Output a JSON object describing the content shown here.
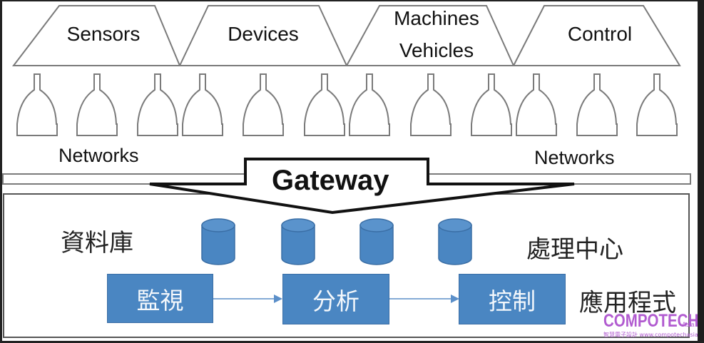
{
  "diagram": {
    "title": "IoT Architecture with Gateway",
    "categories": [
      {
        "label": "Sensors"
      },
      {
        "label": "Devices"
      },
      {
        "label": "Machines Vehicles",
        "lines": [
          "Machines",
          "Vehicles"
        ]
      },
      {
        "label": "Control"
      }
    ],
    "endpoints_per_category": 3,
    "networks_label_left": "Networks",
    "networks_label_right": "Networks",
    "gateway_label": "Gateway",
    "processing": {
      "database_label": "資料庫",
      "center_label": "處理中心",
      "application_label": "應用程式",
      "database_count": 4,
      "steps": [
        "監視",
        "分析",
        "控制"
      ]
    },
    "colors": {
      "box_fill": "#4a86c2",
      "box_stroke": "#3a6ea5",
      "outline": "#7a7a7a",
      "gateway_stroke": "#111111",
      "watermark": "#b15bd0"
    }
  },
  "watermark": {
    "brand": "COMPOTECH",
    "brand_suffix": "Asia",
    "tagline": "智慧電子設計 www.compotechasia.com"
  }
}
